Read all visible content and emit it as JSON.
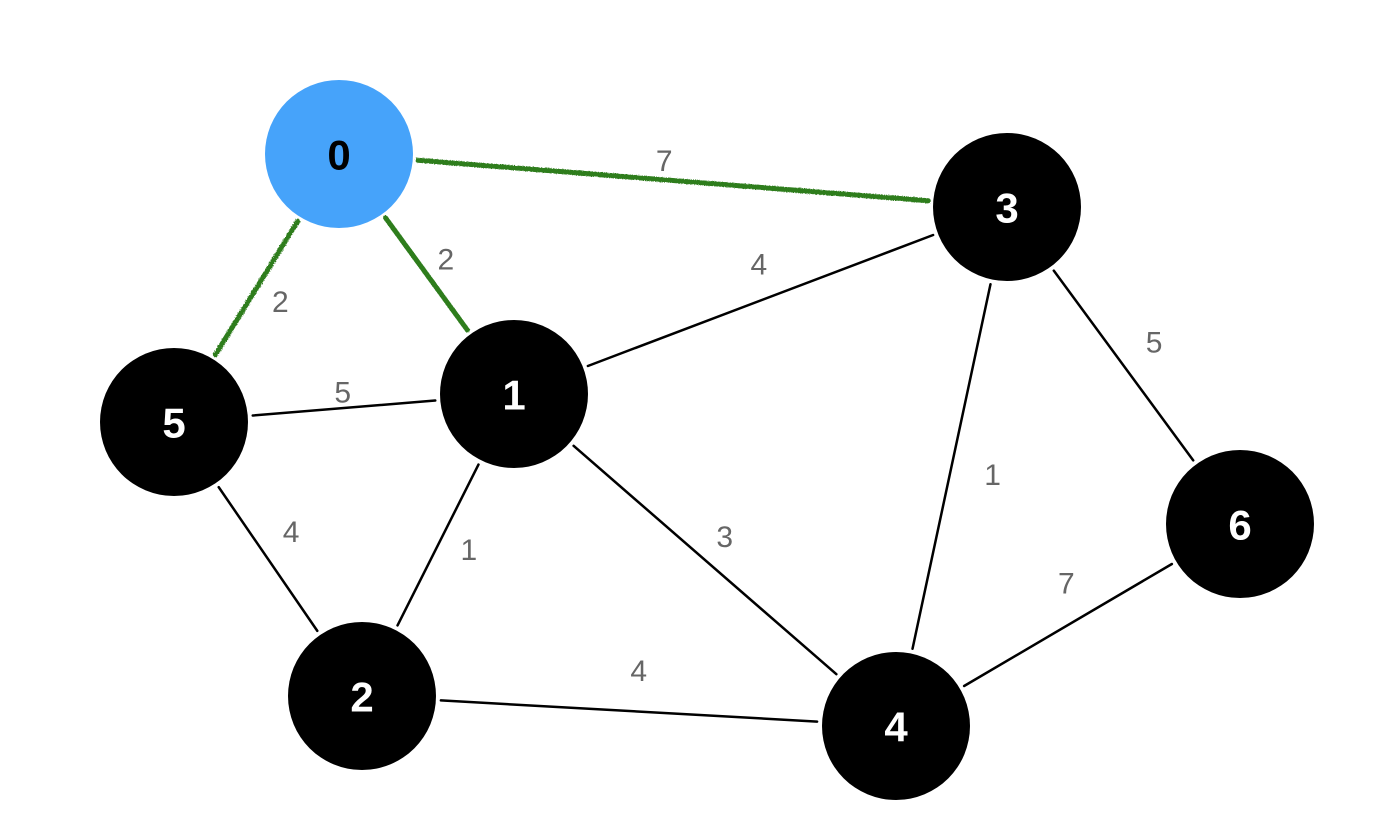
{
  "graph": {
    "colors": {
      "start_node": "#46a3fa",
      "node": "#000000",
      "start_label": "#000000",
      "label": "#ffffff",
      "edge": "#000000",
      "highlighted_edge": "#2e7d1f",
      "weight": "#666666"
    },
    "nodes": [
      {
        "id": "0",
        "label": "0",
        "start": true
      },
      {
        "id": "1",
        "label": "1"
      },
      {
        "id": "2",
        "label": "2"
      },
      {
        "id": "3",
        "label": "3"
      },
      {
        "id": "4",
        "label": "4"
      },
      {
        "id": "5",
        "label": "5"
      },
      {
        "id": "6",
        "label": "6"
      }
    ],
    "edges": [
      {
        "from": "0",
        "to": "3",
        "weight": "7",
        "highlighted": true
      },
      {
        "from": "0",
        "to": "5",
        "weight": "2",
        "highlighted": true
      },
      {
        "from": "0",
        "to": "1",
        "weight": "2",
        "highlighted": true
      },
      {
        "from": "5",
        "to": "1",
        "weight": "5",
        "highlighted": false
      },
      {
        "from": "1",
        "to": "3",
        "weight": "4",
        "highlighted": false
      },
      {
        "from": "5",
        "to": "2",
        "weight": "4",
        "highlighted": false
      },
      {
        "from": "1",
        "to": "2",
        "weight": "1",
        "highlighted": false
      },
      {
        "from": "1",
        "to": "4",
        "weight": "3",
        "highlighted": false
      },
      {
        "from": "3",
        "to": "4",
        "weight": "1",
        "highlighted": false
      },
      {
        "from": "3",
        "to": "6",
        "weight": "5",
        "highlighted": false
      },
      {
        "from": "2",
        "to": "4",
        "weight": "4",
        "highlighted": false
      },
      {
        "from": "4",
        "to": "6",
        "weight": "7",
        "highlighted": false
      }
    ]
  }
}
